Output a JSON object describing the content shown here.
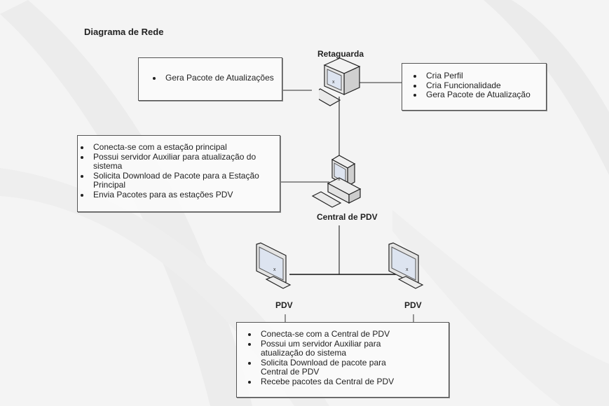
{
  "diagram": {
    "title": "Diagrama de Rede",
    "nodes": {
      "retaguarda": {
        "label": "Retaguarda",
        "icon": "desktop-computer-icon"
      },
      "central": {
        "label": "Central de PDV",
        "icon": "workstation-icon"
      },
      "pdv_left": {
        "label": "PDV",
        "icon": "monitor-icon"
      },
      "pdv_right": {
        "label": "PDV",
        "icon": "monitor-icon"
      }
    },
    "notes": {
      "retaguarda_left": {
        "items": [
          "Gera Pacote de Atualizações"
        ]
      },
      "retaguarda_right": {
        "items": [
          "Cria Perfil",
          "Cria Funcionalidade",
          "Gera Pacote de Atualização"
        ]
      },
      "central": {
        "items": [
          "Conecta-se com a estação principal",
          "Possui servidor Auxiliar para atualização do sistema",
          "Solicita Download de Pacote para a Estação Principal",
          "Envia Pacotes para as estações PDV"
        ]
      },
      "pdv": {
        "items": [
          "Conecta-se com a Central de PDV",
          "Possui um servidor Auxiliar para atualização do sistema",
          "Solicita Download de pacote para Central de PDV",
          "Recebe pacotes da Central de PDV"
        ]
      }
    },
    "colors": {
      "line": "#333333",
      "box_border": "#555555",
      "screen": "#dde4f0"
    }
  }
}
